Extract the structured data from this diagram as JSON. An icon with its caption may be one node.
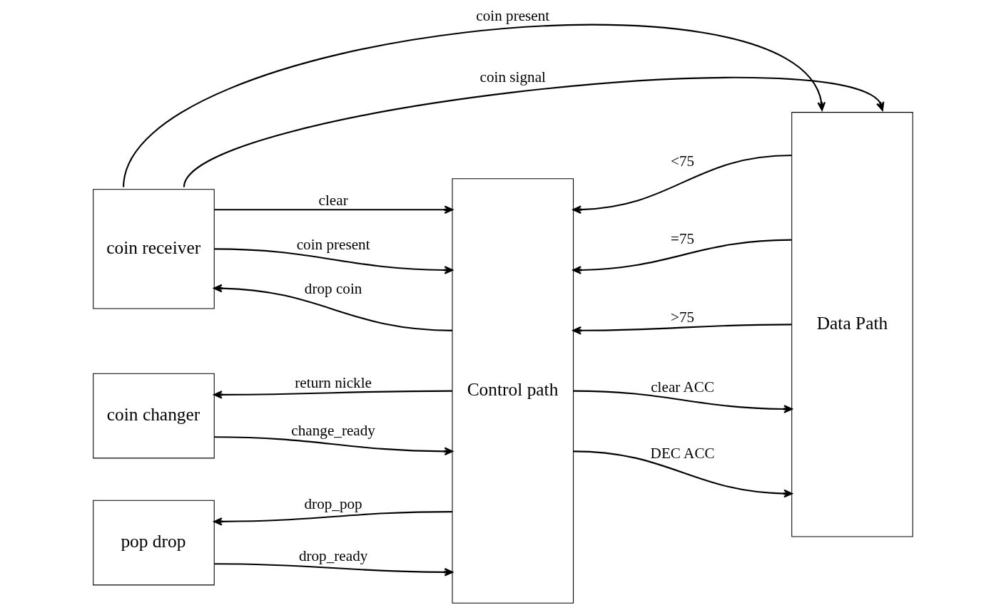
{
  "diagram": {
    "nodes": [
      {
        "text": [
          "coin receiver"
        ]
      },
      {
        "text": [
          "coin changer"
        ]
      },
      {
        "text": [
          "pop drop"
        ]
      },
      {
        "text": [
          "Control path"
        ]
      },
      {
        "text": [
          "Data Path"
        ]
      }
    ],
    "edges": [
      {
        "from": 0,
        "to": 4,
        "arrow": "to",
        "label": "coin present"
      },
      {
        "from": 0,
        "to": 4,
        "arrow": "to",
        "label": "coin signal"
      },
      {
        "from": 0,
        "to": 3,
        "arrow": "to",
        "label": "clear"
      },
      {
        "from": 0,
        "to": 3,
        "arrow": "to",
        "label": "coin present"
      },
      {
        "from": 3,
        "to": 0,
        "arrow": "to",
        "label": "drop coin"
      },
      {
        "from": 3,
        "to": 1,
        "arrow": "to",
        "label": "return nickle"
      },
      {
        "from": 1,
        "to": 3,
        "arrow": "to",
        "label": "change_ready"
      },
      {
        "from": 3,
        "to": 2,
        "arrow": "to",
        "label": "drop_pop"
      },
      {
        "from": 2,
        "to": 3,
        "arrow": "to",
        "label": "drop_ready"
      },
      {
        "from": 4,
        "to": 3,
        "arrow": "to",
        "label": "<75"
      },
      {
        "from": 4,
        "to": 3,
        "arrow": "to",
        "label": "=75"
      },
      {
        "from": 4,
        "to": 3,
        "arrow": "to",
        "label": ">75"
      },
      {
        "from": 3,
        "to": 4,
        "arrow": "to",
        "label": "clear ACC"
      },
      {
        "from": 3,
        "to": 4,
        "arrow": "to",
        "label": "DEC ACC"
      }
    ]
  }
}
